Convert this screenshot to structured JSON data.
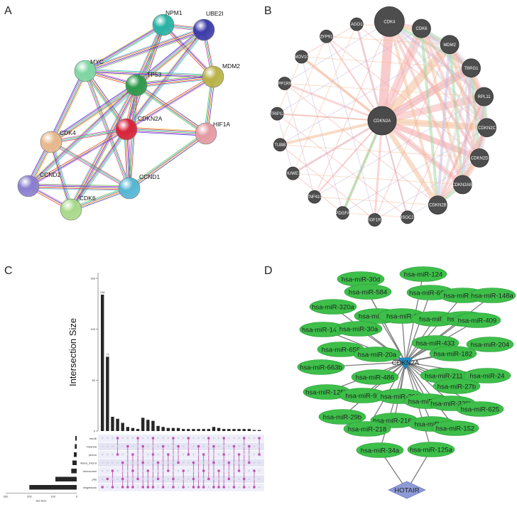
{
  "panels": [
    {
      "id": "A",
      "label": "A"
    },
    {
      "id": "B",
      "label": "B"
    },
    {
      "id": "C",
      "label": "C"
    },
    {
      "id": "D",
      "label": "D"
    }
  ],
  "string_network": {
    "nodes": [
      {
        "id": "NPM1",
        "label": "NPM1",
        "color": "#28b3a4"
      },
      {
        "id": "UBE2I",
        "label": "UBE2I",
        "color": "#3c3ca8"
      },
      {
        "id": "MYC",
        "label": "MYC",
        "color": "#7fd8a3"
      },
      {
        "id": "TP53",
        "label": "TP53",
        "color": "#2e9a4a"
      },
      {
        "id": "MDM2",
        "label": "MDM2",
        "color": "#b9b247"
      },
      {
        "id": "CDKN2A",
        "label": "CDKN2A",
        "color": "#d8243a"
      },
      {
        "id": "HIF1A",
        "label": "HIF1A",
        "color": "#e49aa3"
      },
      {
        "id": "CDK4",
        "label": "CDK4",
        "color": "#e8b98d"
      },
      {
        "id": "CCND2",
        "label": "CCND2",
        "color": "#8a7fd0"
      },
      {
        "id": "CCND1",
        "label": "CCND1",
        "color": "#55b6d3"
      },
      {
        "id": "CDK6",
        "label": "CDK6",
        "color": "#a8d98a"
      }
    ],
    "edges": [
      [
        "NPM1",
        "UBE2I"
      ],
      [
        "NPM1",
        "MYC"
      ],
      [
        "NPM1",
        "TP53"
      ],
      [
        "NPM1",
        "MDM2"
      ],
      [
        "NPM1",
        "CDKN2A"
      ],
      [
        "UBE2I",
        "TP53"
      ],
      [
        "UBE2I",
        "MDM2"
      ],
      [
        "UBE2I",
        "CDKN2A"
      ],
      [
        "UBE2I",
        "MYC"
      ],
      [
        "MYC",
        "TP53"
      ],
      [
        "MYC",
        "CDKN2A"
      ],
      [
        "MYC",
        "CDK4"
      ],
      [
        "MYC",
        "CCND1"
      ],
      [
        "MYC",
        "MDM2"
      ],
      [
        "TP53",
        "MDM2"
      ],
      [
        "TP53",
        "CDKN2A"
      ],
      [
        "TP53",
        "HIF1A"
      ],
      [
        "TP53",
        "CDK4"
      ],
      [
        "TP53",
        "CCND1"
      ],
      [
        "TP53",
        "CCND2"
      ],
      [
        "TP53",
        "CDK6"
      ],
      [
        "MDM2",
        "CDKN2A"
      ],
      [
        "MDM2",
        "HIF1A"
      ],
      [
        "CDKN2A",
        "HIF1A"
      ],
      [
        "CDKN2A",
        "CDK4"
      ],
      [
        "CDKN2A",
        "CDK6"
      ],
      [
        "CDKN2A",
        "CCND1"
      ],
      [
        "CDKN2A",
        "CCND2"
      ],
      [
        "HIF1A",
        "CCND1"
      ],
      [
        "CDK4",
        "CCND2"
      ],
      [
        "CDK4",
        "CCND1"
      ],
      [
        "CDK4",
        "CDK6"
      ],
      [
        "CCND2",
        "CCND1"
      ],
      [
        "CCND2",
        "CDK6"
      ],
      [
        "CCND1",
        "CDK6"
      ]
    ],
    "edge_colors": [
      "#e8333f",
      "#3db4e6",
      "#5fd04a",
      "#d83ccf",
      "#2c2cd8",
      "#e6d54a"
    ]
  },
  "genemania_network": {
    "center": "CDKN2A",
    "nodes": [
      {
        "label": "CDK4",
        "size": "large"
      },
      {
        "label": "CDK6",
        "size": "medium"
      },
      {
        "label": "MDM2",
        "size": "medium"
      },
      {
        "label": "TBRG1",
        "size": "medium"
      },
      {
        "label": "RPL11",
        "size": "medium"
      },
      {
        "label": "CDKN2C",
        "size": "medium"
      },
      {
        "label": "CDKN2D",
        "size": "medium"
      },
      {
        "label": "CDKN2AIP",
        "size": "medium"
      },
      {
        "label": "CDKN2B",
        "size": "medium"
      },
      {
        "label": "ISOC2",
        "size": "small"
      },
      {
        "label": "IGF1R",
        "size": "small"
      },
      {
        "label": "PDGFA",
        "size": "small"
      },
      {
        "label": "ZNF410",
        "size": "small"
      },
      {
        "label": "HUWE1",
        "size": "small"
      },
      {
        "label": "TUBB",
        "size": "small"
      },
      {
        "label": "TRIP12",
        "size": "small"
      },
      {
        "label": "PPP1R9B",
        "size": "small"
      },
      {
        "label": "MOV10",
        "size": "small"
      },
      {
        "label": "ZFP91",
        "size": "small"
      },
      {
        "label": "AGO1",
        "size": "small"
      }
    ]
  },
  "upset": {
    "y_axis_label": "Intersection Size",
    "x_axis_label": "Set Size",
    "sets": [
      "mirdb",
      "miranda",
      "pinmo",
      "diana_microt",
      "microcosm",
      "pita",
      "targetscan"
    ],
    "set_sizes": [
      6,
      8,
      12,
      18,
      23,
      90,
      200
    ],
    "intersection_sizes": [
      134,
      73,
      14,
      12,
      8,
      4,
      3,
      2,
      13,
      11,
      10,
      5,
      4,
      3,
      3,
      3,
      2,
      2,
      2,
      2,
      2,
      2,
      4,
      3,
      2,
      2,
      2,
      2,
      2,
      2,
      1,
      1
    ],
    "bar_value_labels": [
      {
        "index": 0,
        "text": "134"
      },
      {
        "index": 1,
        "text": "73"
      }
    ],
    "y_ticks": [
      "150",
      "100",
      "50",
      "0"
    ],
    "x_ticks": [
      "300",
      "200",
      "100",
      "0"
    ]
  },
  "mirna_network": {
    "center": "CDKN2A",
    "hub": "HOTAIR",
    "colors": {
      "node": "#3dbf4a",
      "node_stroke": "#2a9a36",
      "center": "#1d8ec9",
      "hub": "#8d9bd8"
    },
    "nodes": [
      "hsa-miR-30d",
      "hsa-miR-124",
      "hsa-miR-584",
      "hsa-miR-663a",
      "hsa-miR-126",
      "hsa-miR-148a",
      "hsa-miR-320a",
      "hsa-miR-506",
      "hsa-miR-9",
      "hsa-miR-1",
      "hsa-miR-1c",
      "hsa-miR-409",
      "hsa-miR-146b",
      "hsa-miR-30a",
      "hsa-miR-433",
      "hsa-miR-204",
      "hsa-miR-655",
      "hsa-miR-20a",
      "hsa-miR-182",
      "hsa-miR-663b",
      "hsa-miR-486",
      "hsa-miR-211",
      "hsa-miR-24",
      "hsa-miR-27b",
      "hsa-miR-125b",
      "hsa-miR-93",
      "hsa-miR-302",
      "hsa-miR-134",
      "hsa-miR-320b",
      "hsa-miR-625",
      "hsa-miR-29b",
      "hsa-miR-216a",
      "hsa-miR-34",
      "hsa-miR-218",
      "hsa-miR-152",
      "hsa-miR-34a",
      "hsa-miR-125a"
    ]
  }
}
